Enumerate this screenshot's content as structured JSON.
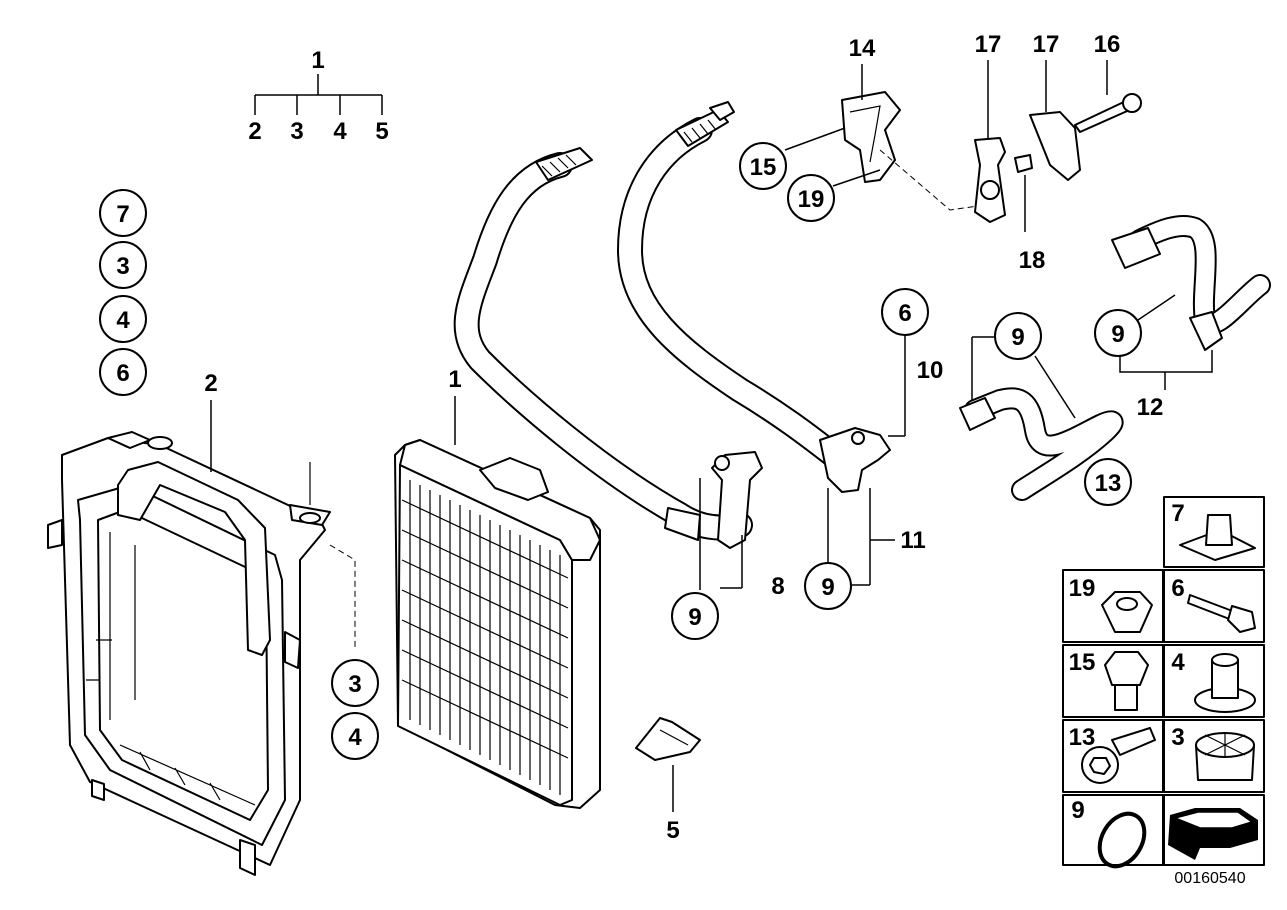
{
  "diagram": {
    "callouts": {
      "c1_top": "1",
      "c2": "2",
      "c3": "3",
      "c4": "4",
      "c5": "5",
      "shroud": "2",
      "radiator": "1",
      "bracket": "5",
      "c6": "6",
      "c8": "8",
      "c10": "10",
      "c11": "11",
      "c12": "12",
      "c14": "14",
      "c16": "16",
      "c17a": "17",
      "c17b": "17",
      "c18": "18"
    },
    "bubbles": {
      "b7": "7",
      "b3": "3",
      "b4": "4",
      "b6": "6",
      "b3_low": "3",
      "b4_low": "4",
      "b9_hose8": "9",
      "b9_hose11": "9",
      "b9_hose10": "9",
      "b9_hose12": "9",
      "b6_hose": "6",
      "b13": "13",
      "b15": "15",
      "b19": "19"
    },
    "legend": {
      "cells": [
        {
          "num": "7",
          "icon": "clip-nut-icon"
        },
        {
          "num": "19",
          "icon": "hex-nut-icon"
        },
        {
          "num": "6",
          "icon": "hex-bolt-icon"
        },
        {
          "num": "15",
          "icon": "flange-bolt-icon"
        },
        {
          "num": "4",
          "icon": "rubber-mount-icon"
        },
        {
          "num": "13",
          "icon": "socket-screw-icon"
        },
        {
          "num": "3",
          "icon": "grommet-icon"
        },
        {
          "num": "9",
          "icon": "o-ring-icon"
        },
        {
          "num": "",
          "icon": "arrow-icon"
        }
      ]
    },
    "diagram_id": "00160540"
  }
}
